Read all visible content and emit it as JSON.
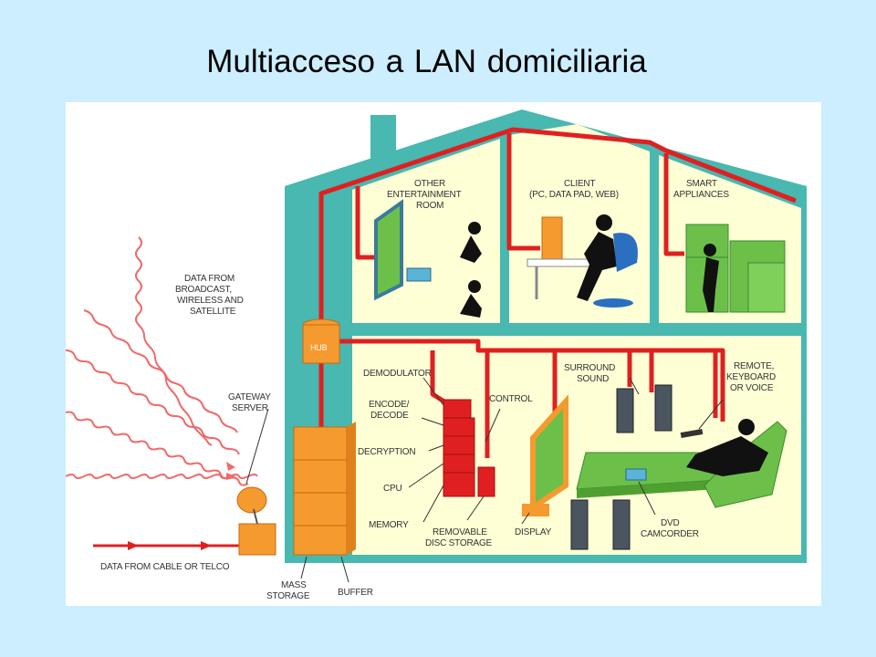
{
  "title": "Multiacceso  a LAN domiciliaria",
  "labels": {
    "other_room_1": "OTHER",
    "other_room_2": "ENTERTAINMENT",
    "other_room_3": "ROOM",
    "client_1": "CLIENT",
    "client_2": "(PC, DATA PAD, WEB)",
    "smart_1": "SMART",
    "smart_2": "APPLIANCES",
    "broadcast_1": "DATA FROM",
    "broadcast_2": "BROADCAST,",
    "broadcast_3": "WIRELESS AND",
    "broadcast_4": "SATELLITE",
    "hub": "HUB",
    "gateway_1": "GATEWAY",
    "gateway_2": "SERVER",
    "demodulator": "DEMODULATOR",
    "encode_1": "ENCODE/",
    "encode_2": "DECODE",
    "decryption": "DECRYPTION",
    "cpu": "CPU",
    "memory": "MEMORY",
    "control": "CONTROL",
    "surround_1": "SURROUND",
    "surround_2": "SOUND",
    "remote_1": "REMOTE,",
    "remote_2": "KEYBOARD",
    "remote_3": "OR VOICE",
    "removable_1": "REMOVABLE",
    "removable_2": "DISC STORAGE",
    "display": "DISPLAY",
    "dvd_1": "DVD",
    "dvd_2": "CAMCORDER",
    "cable": "DATA FROM CABLE OR TELCO",
    "mass_1": "MASS",
    "mass_2": "STORAGE",
    "buffer": "BUFFER"
  },
  "colors": {
    "background": "#cceeff",
    "house_frame": "#48b8b0",
    "room_fill": "#ffffd6",
    "cable_red": "#e02020",
    "orange": "#f59a2e",
    "green": "#6cc04a",
    "wave_red": "#f06a6a",
    "dark": "#111111"
  }
}
